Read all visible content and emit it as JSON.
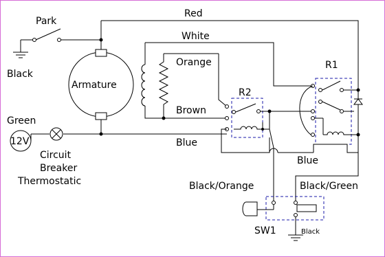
{
  "labels": {
    "park": "Park",
    "red": "Red",
    "white": "White",
    "orange": "Orange",
    "black": "Black",
    "armature": "Armature",
    "brown": "Brown",
    "r1": "R1",
    "r2": "R2",
    "green": "Green",
    "battery": "12V",
    "blue_left": "Blue",
    "blue_right": "Blue",
    "circuit": "Circuit",
    "breaker": "Breaker",
    "thermostatic": "Thermostatic",
    "black_orange": "Black/Orange",
    "black_green": "Black/Green",
    "sw1": "SW1",
    "sw1_black": "Black"
  },
  "colors": {
    "wire": "#000000",
    "relay_box": "#1a1aa8",
    "frame": "#d66bd6"
  }
}
